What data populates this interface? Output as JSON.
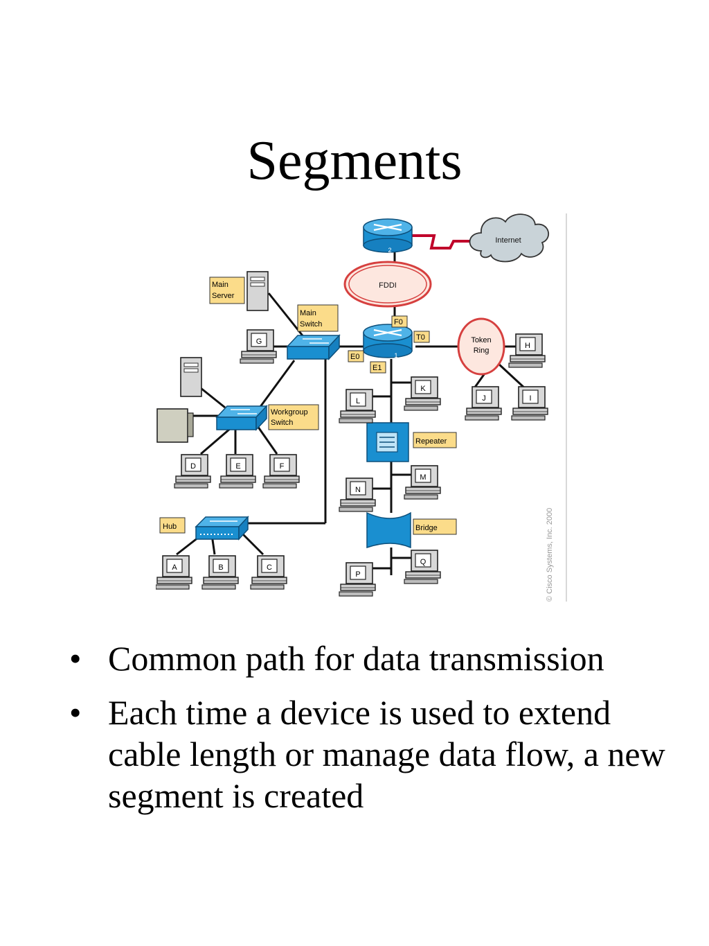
{
  "slide": {
    "title": "Segments",
    "bullets": [
      "Common path for data transmission",
      "Each time a device is used to extend cable length or manage data flow, a new segment is created"
    ]
  },
  "diagram": {
    "labels": {
      "internet": "Internet",
      "fddi": "FDDI",
      "router2": "2",
      "router1": "1",
      "f0": "F0",
      "t0": "T0",
      "e0": "E0",
      "e1": "E1",
      "token_ring_line1": "Token",
      "token_ring_line2": "Ring",
      "main_server_line1": "Main",
      "main_server_line2": "Server",
      "main_switch_line1": "Main",
      "main_switch_line2": "Switch",
      "workgroup_switch_line1": "Workgroup",
      "workgroup_switch_line2": "Switch",
      "repeater": "Repeater",
      "bridge": "Bridge",
      "hub": "Hub",
      "copyright": "© Cisco Systems, Inc. 2000"
    },
    "workstations": [
      "A",
      "B",
      "C",
      "D",
      "E",
      "F",
      "G",
      "H",
      "I",
      "J",
      "K",
      "L",
      "M",
      "N",
      "P",
      "Q"
    ],
    "colors": {
      "device_blue": "#1a8fd0",
      "label_fill": "#fbdc8a",
      "wan_link": "#c0002a",
      "cloud": "#c9d3d8",
      "ring": "#d6403f"
    }
  }
}
